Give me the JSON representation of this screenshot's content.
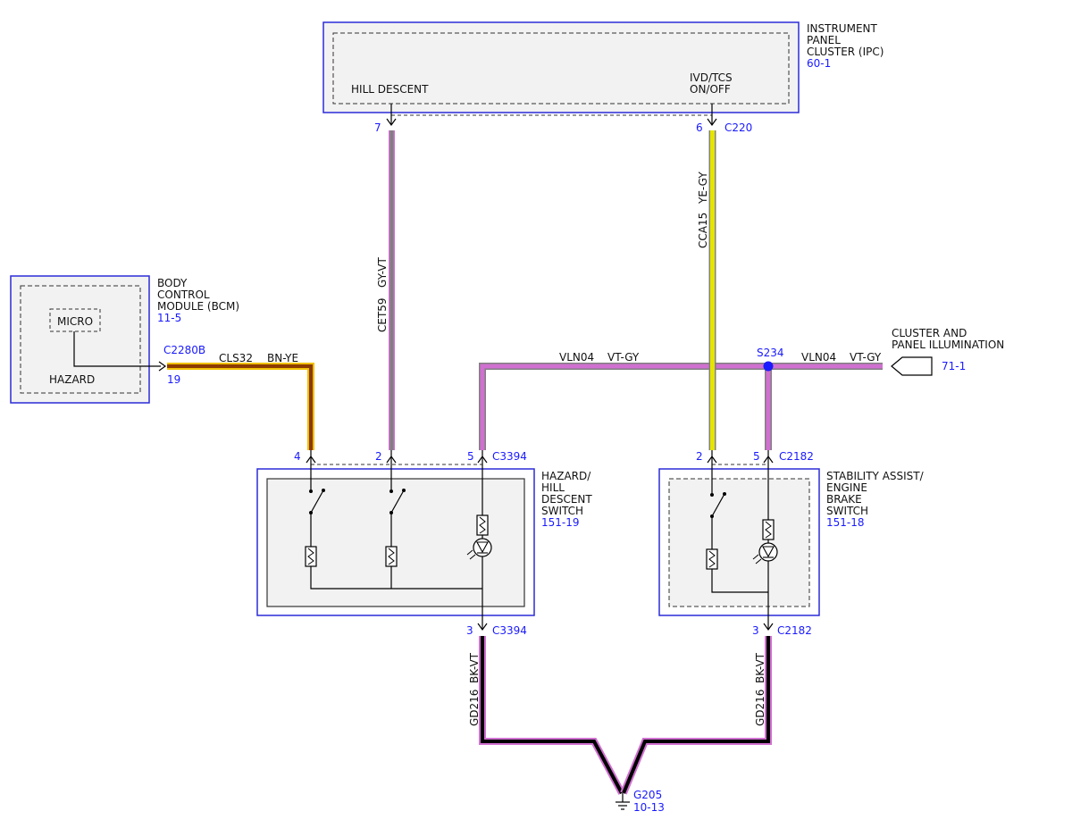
{
  "components": {
    "ipc": {
      "name_lines": [
        "INSTRUMENT",
        "PANEL",
        "CLUSTER (IPC)"
      ],
      "ref": "60-1",
      "labels": {
        "hill_descent": "HILL DESCENT",
        "ivd_line1": "IVD/TCS",
        "ivd_line2": "ON/OFF"
      }
    },
    "bcm": {
      "name_lines": [
        "BODY",
        "CONTROL",
        "MODULE (BCM)"
      ],
      "ref": "11-5",
      "labels": {
        "micro": "MICRO",
        "hazard": "HAZARD"
      }
    },
    "hazard_switch": {
      "name_lines": [
        "HAZARD/",
        "HILL",
        "DESCENT",
        "SWITCH"
      ],
      "ref": "151-19"
    },
    "stability_switch": {
      "name_lines": [
        "STABILITY ASSIST/",
        "ENGINE",
        "BRAKE",
        "SWITCH"
      ],
      "ref": "151-18"
    },
    "cluster_illum": {
      "name_lines": [
        "CLUSTER AND",
        "PANEL ILLUMINATION"
      ],
      "ref": "71-1"
    },
    "ground": {
      "name": "G205",
      "ref": "10-13"
    },
    "splice": {
      "name": "S234"
    }
  },
  "connectors": {
    "c220": "C220",
    "c2280b": "C2280B",
    "c3394_top": "C3394",
    "c2182_top": "C2182",
    "c3394_bottom": "C3394",
    "c2182_bottom": "C2182"
  },
  "pins": {
    "ipc_hill": "7",
    "ipc_ivd": "6",
    "bcm_out": "19",
    "haz_4": "4",
    "haz_2": "2",
    "haz_5": "5",
    "haz_3": "3",
    "stab_2": "2",
    "stab_5": "5",
    "stab_3": "3"
  },
  "wires": {
    "cet59": {
      "circuit": "CET59",
      "color": "GY-VT"
    },
    "cca15": {
      "circuit": "CCA15",
      "color": "YE-GY"
    },
    "cls32": {
      "circuit": "CLS32",
      "color": "BN-YE"
    },
    "vln04_left": {
      "circuit": "VLN04",
      "color": "VT-GY"
    },
    "vln04_right": {
      "circuit": "VLN04",
      "color": "VT-GY"
    },
    "gd216_left": {
      "circuit": "GD216",
      "color": "BK-VT"
    },
    "gd216_right": {
      "circuit": "GD216",
      "color": "BK-VT"
    }
  },
  "colors": {
    "frame": "#2b2bd9",
    "fill": "#f2f2f2",
    "ref_text": "#1a1aff",
    "gray": "#808080",
    "violet": "#d070d0",
    "yellow": "#e5e500",
    "brown": "#8b3a00",
    "orange_yellow": "#f0c000",
    "black": "#000000"
  }
}
